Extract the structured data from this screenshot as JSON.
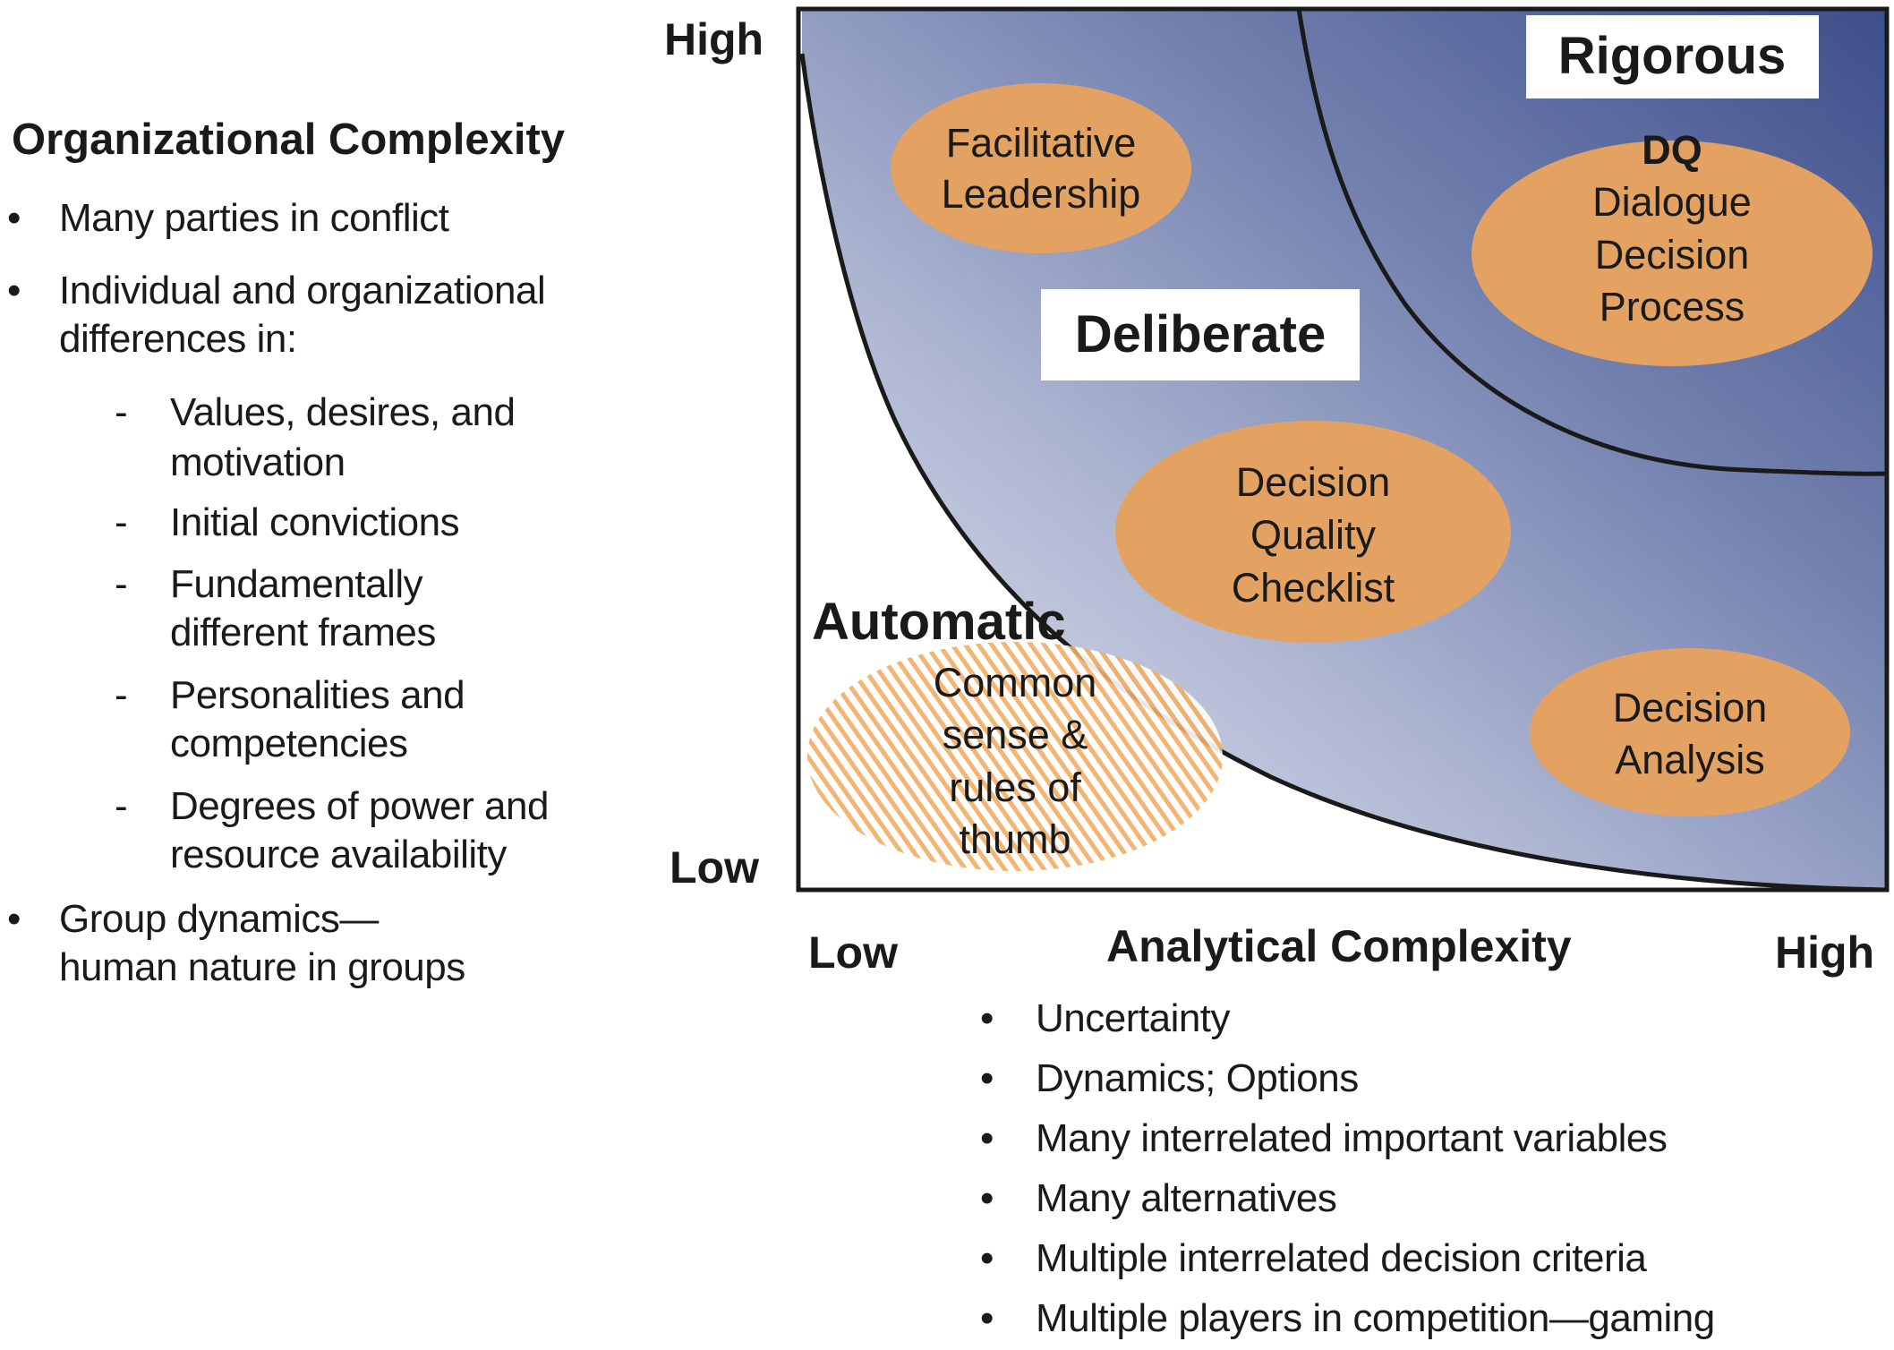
{
  "organizational_complexity": {
    "title": "Organizational Complexity",
    "items": [
      {
        "marker": "•",
        "lines": [
          "Many parties in conflict"
        ]
      },
      {
        "marker": "•",
        "lines": [
          "Individual and organizational",
          "differences in:"
        ]
      },
      {
        "marker": "-",
        "lines": [
          "Values, desires, and",
          "motivation"
        ],
        "sub": true
      },
      {
        "marker": "-",
        "lines": [
          "Initial convictions"
        ],
        "sub": true
      },
      {
        "marker": "-",
        "lines": [
          "Fundamentally",
          "different frames"
        ],
        "sub": true
      },
      {
        "marker": "-",
        "lines": [
          "Personalities and",
          "competencies"
        ],
        "sub": true
      },
      {
        "marker": "-",
        "lines": [
          "Degrees of power and",
          "resource availability"
        ],
        "sub": true
      },
      {
        "marker": "•",
        "lines": [
          "Group dynamics—",
          "human nature in groups"
        ]
      }
    ]
  },
  "axes": {
    "y_high": "High",
    "y_low": "Low",
    "x_low": "Low",
    "x_high": "High",
    "x_title": "Analytical Complexity"
  },
  "analytical_complexity": {
    "items": [
      "Uncertainty",
      "Dynamics; Options",
      "Many interrelated important variables",
      "Many alternatives",
      "Multiple interrelated decision criteria",
      "Multiple players in competition—gaming"
    ]
  },
  "regions": {
    "automatic": "Automatic",
    "deliberate": "Deliberate",
    "rigorous": "Rigorous"
  },
  "approaches": {
    "facilitative": [
      "Facilitative",
      "Leadership"
    ],
    "dq_title": "DQ",
    "dq": [
      "Dialogue",
      "Decision",
      "Process"
    ],
    "checklist": [
      "Decision",
      "Quality",
      "Checklist"
    ],
    "analysis": [
      "Decision",
      "Analysis"
    ],
    "common_sense": [
      "Common",
      "sense &",
      "rules of",
      "thumb"
    ]
  },
  "colors": {
    "ellipse_fill": "#E3A262",
    "gradient_light": "#E4E8F1",
    "gradient_mid": "#8A96BE",
    "gradient_dark": "#3F4F8C",
    "hatch": "#F2AE62",
    "border": "#1a1a1a"
  }
}
